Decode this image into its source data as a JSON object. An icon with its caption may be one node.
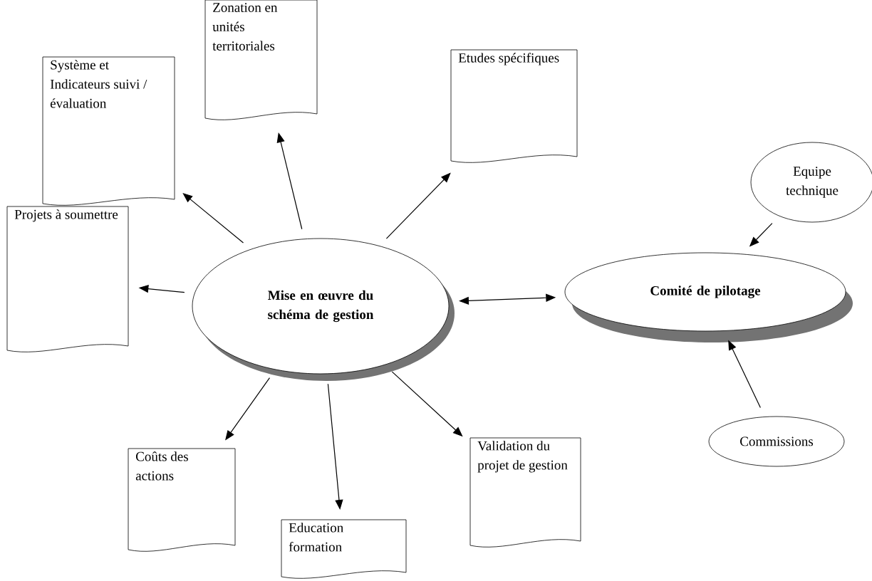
{
  "diagram": {
    "nodes": [
      {
        "text": [
          "Zonation en unités territoriales"
        ]
      },
      {
        "text": [
          "Système et Indicateurs suivi / évaluation"
        ]
      },
      {
        "text": [
          "Etudes spécifiques"
        ]
      },
      {
        "text": [
          "Equipe technique"
        ]
      },
      {
        "text": [
          "Mise en œuvre du schéma de gestion"
        ]
      },
      {
        "text": [
          "Comité de pilotage"
        ]
      },
      {
        "text": [
          "Projets à soumettre"
        ]
      },
      {
        "text": [
          "Commissions"
        ]
      },
      {
        "text": [
          "Validation du projet de gestion"
        ]
      },
      {
        "text": [
          "Coûts des actions"
        ]
      },
      {
        "text": [
          "Education formation"
        ]
      }
    ],
    "edges": [
      {
        "from": 4,
        "to": 0,
        "arrow": "to"
      },
      {
        "from": 4,
        "to": 1,
        "arrow": "to"
      },
      {
        "from": 4,
        "to": 2,
        "arrow": "to"
      },
      {
        "from": 4,
        "to": 5,
        "arrow": "both"
      },
      {
        "from": 3,
        "to": 5,
        "arrow": "to"
      },
      {
        "from": 7,
        "to": 5,
        "arrow": "to"
      },
      {
        "from": 4,
        "to": 6,
        "arrow": "to"
      },
      {
        "from": 4,
        "to": 9,
        "arrow": "to"
      },
      {
        "from": 4,
        "to": 10,
        "arrow": "to"
      },
      {
        "from": 4,
        "to": 8,
        "arrow": "to"
      }
    ]
  }
}
